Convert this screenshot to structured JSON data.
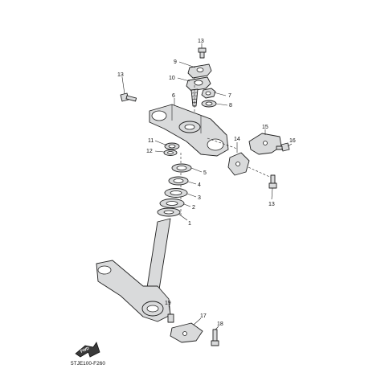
{
  "diagram_code": "5TJE100-F260",
  "fwd_label": "FWD",
  "callouts": [
    {
      "id": "c13a",
      "label": "13"
    },
    {
      "id": "c9",
      "label": "9"
    },
    {
      "id": "c10",
      "label": "10"
    },
    {
      "id": "c7",
      "label": "7"
    },
    {
      "id": "c8",
      "label": "8"
    },
    {
      "id": "c13b",
      "label": "13"
    },
    {
      "id": "c6",
      "label": "6"
    },
    {
      "id": "c11",
      "label": "11"
    },
    {
      "id": "c12",
      "label": "12"
    },
    {
      "id": "c5",
      "label": "5"
    },
    {
      "id": "c4",
      "label": "4"
    },
    {
      "id": "c3",
      "label": "3"
    },
    {
      "id": "c2",
      "label": "2"
    },
    {
      "id": "c1",
      "label": "1"
    },
    {
      "id": "c14",
      "label": "14"
    },
    {
      "id": "c15",
      "label": "15"
    },
    {
      "id": "c16",
      "label": "16"
    },
    {
      "id": "c13c",
      "label": "13"
    },
    {
      "id": "c19",
      "label": "19"
    },
    {
      "id": "c17",
      "label": "17"
    },
    {
      "id": "c18",
      "label": "18"
    }
  ]
}
